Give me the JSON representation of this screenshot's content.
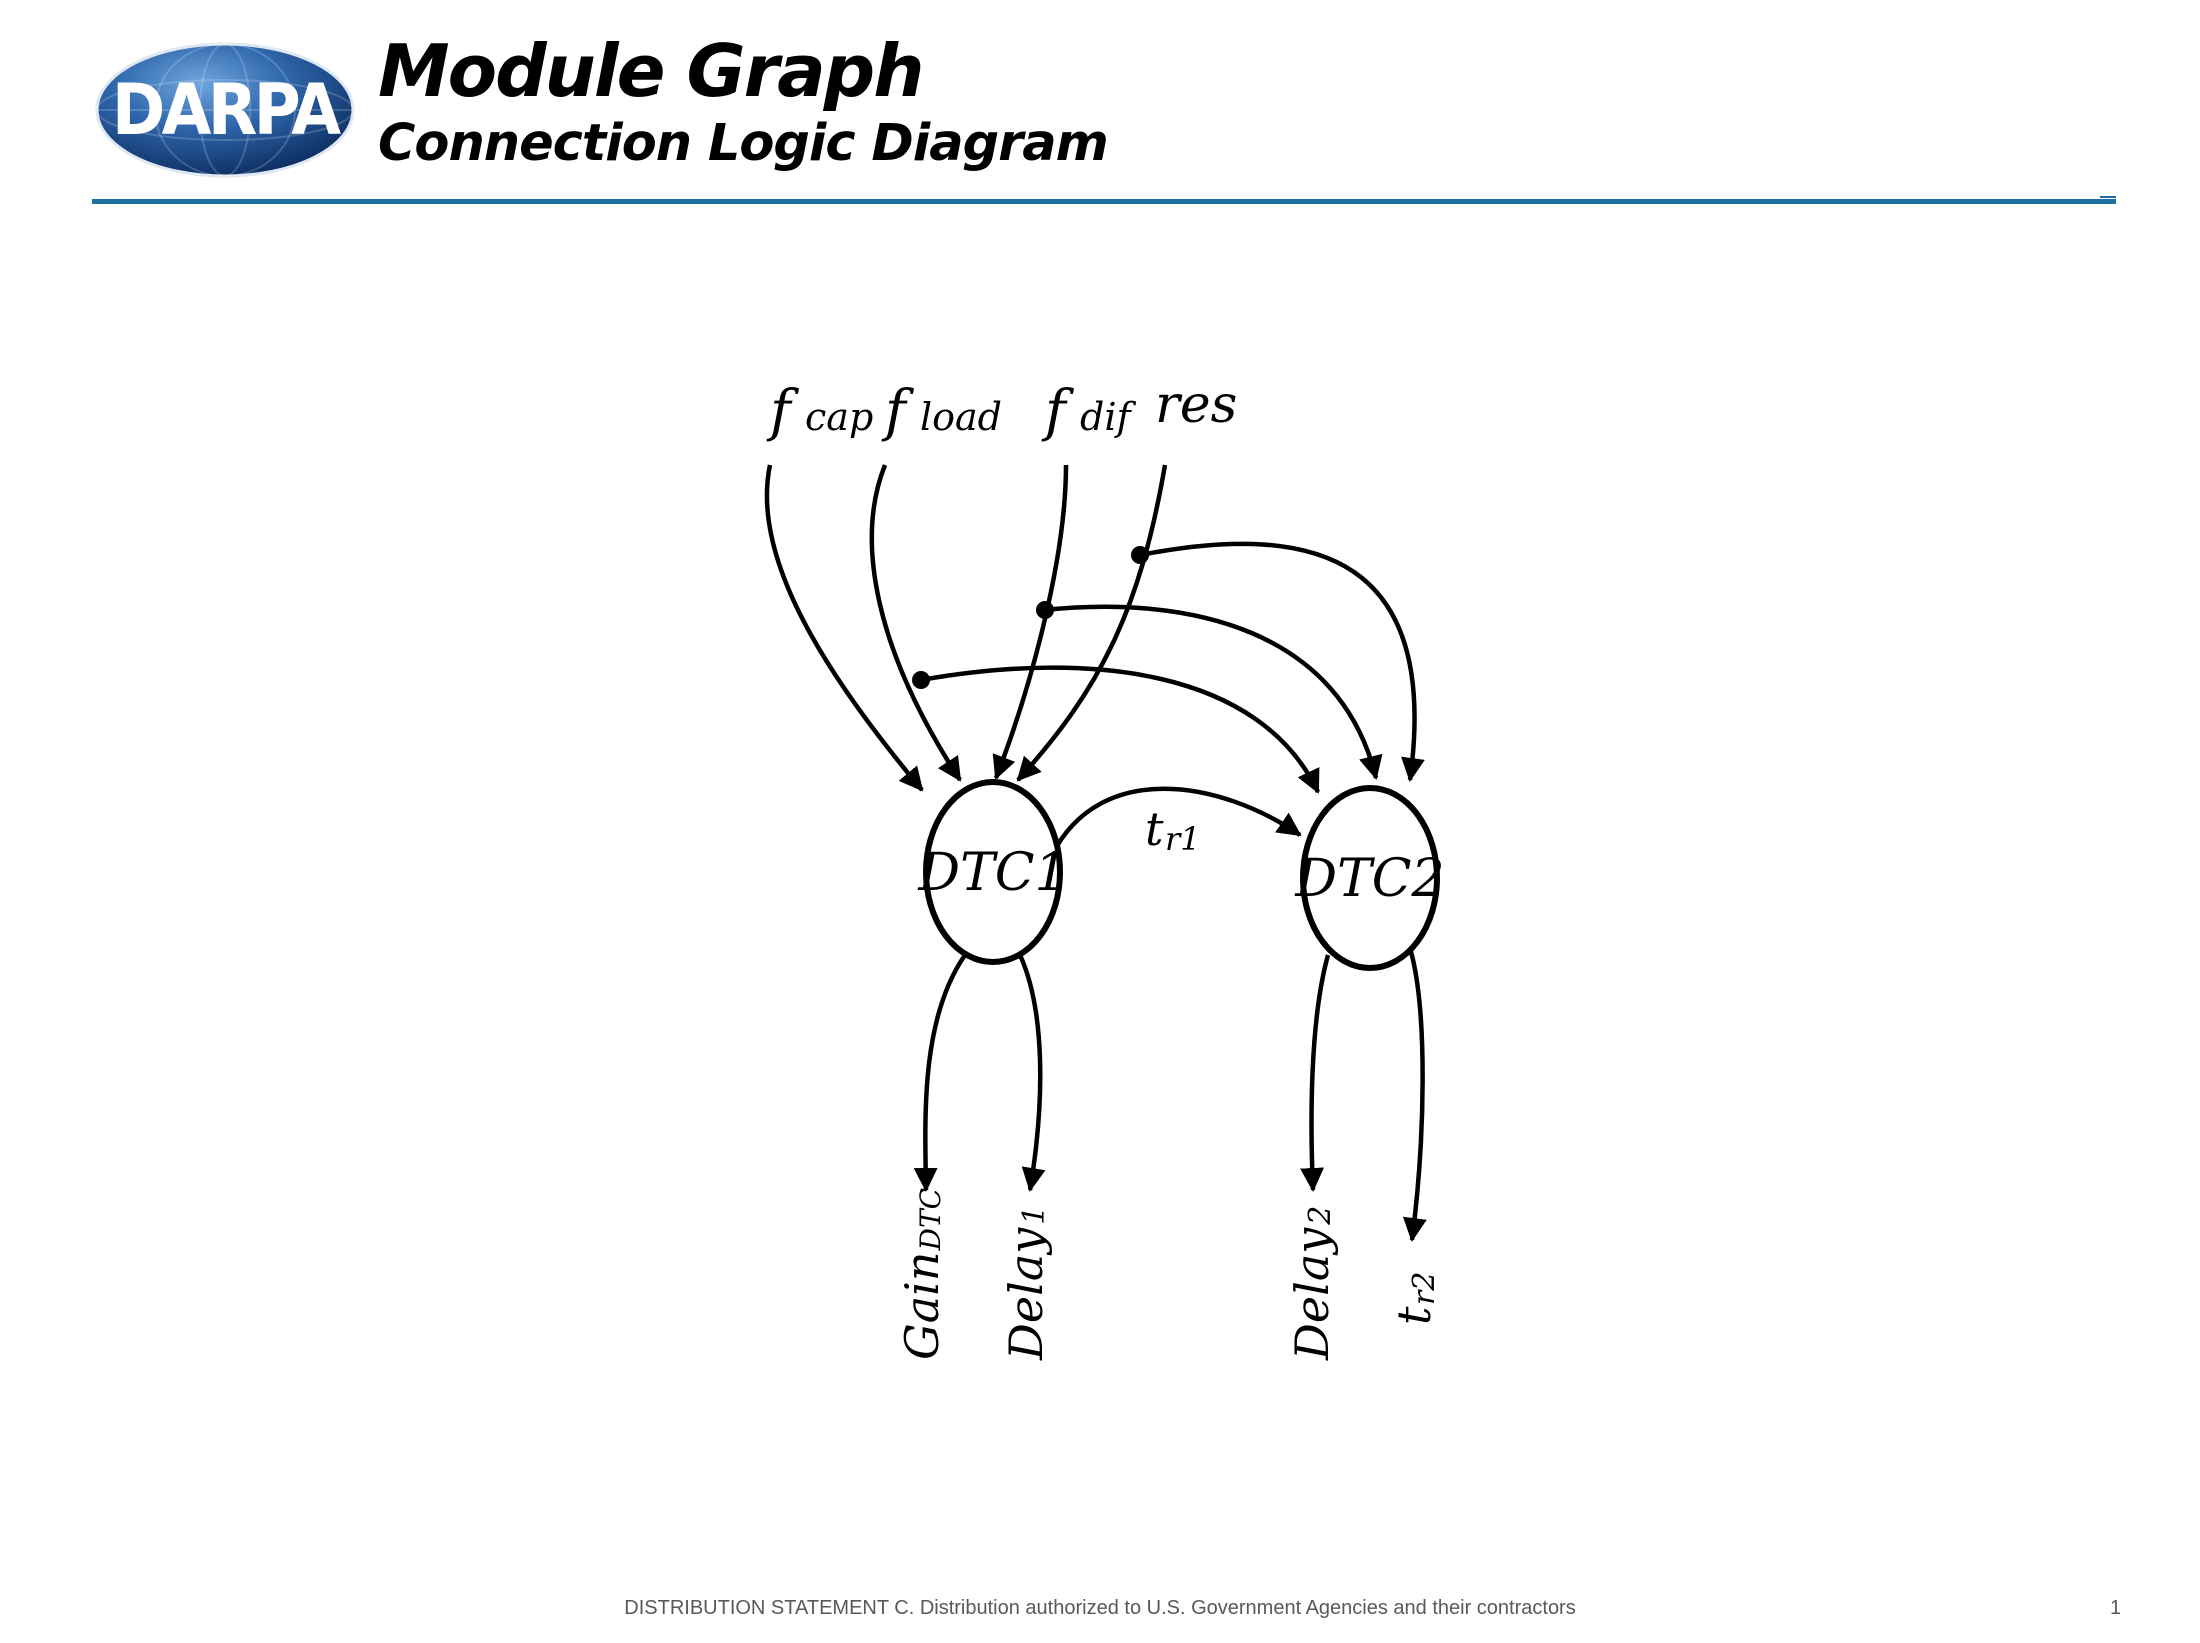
{
  "header": {
    "logo_text": "DARPA",
    "title": "Module Graph",
    "subtitle": "Connection Logic Diagram"
  },
  "colors": {
    "rule": "#1d6fa0",
    "logo_dark": "#0b2a5c",
    "logo_light": "#3a7cc4",
    "footer_text": "#595959"
  },
  "diagram": {
    "inputs": [
      {
        "base": "f",
        "sub": "cap"
      },
      {
        "base": "f",
        "sub": "load"
      },
      {
        "base": "f",
        "sub": "dif"
      },
      {
        "base": "res",
        "sub": ""
      }
    ],
    "nodes": [
      "DTC1",
      "DTC2"
    ],
    "link_label": {
      "base": "t",
      "sub": "r1"
    },
    "outputs": [
      {
        "base": "Gain",
        "sub": "DTC"
      },
      {
        "base": "Delay",
        "sub": "1"
      },
      {
        "base": "Delay",
        "sub": "2"
      },
      {
        "base": "t",
        "sub": "r2"
      }
    ]
  },
  "footer": {
    "statement": "DISTRIBUTION STATEMENT C. Distribution authorized to U.S. Government Agencies and their contractors",
    "page_number": "1"
  }
}
